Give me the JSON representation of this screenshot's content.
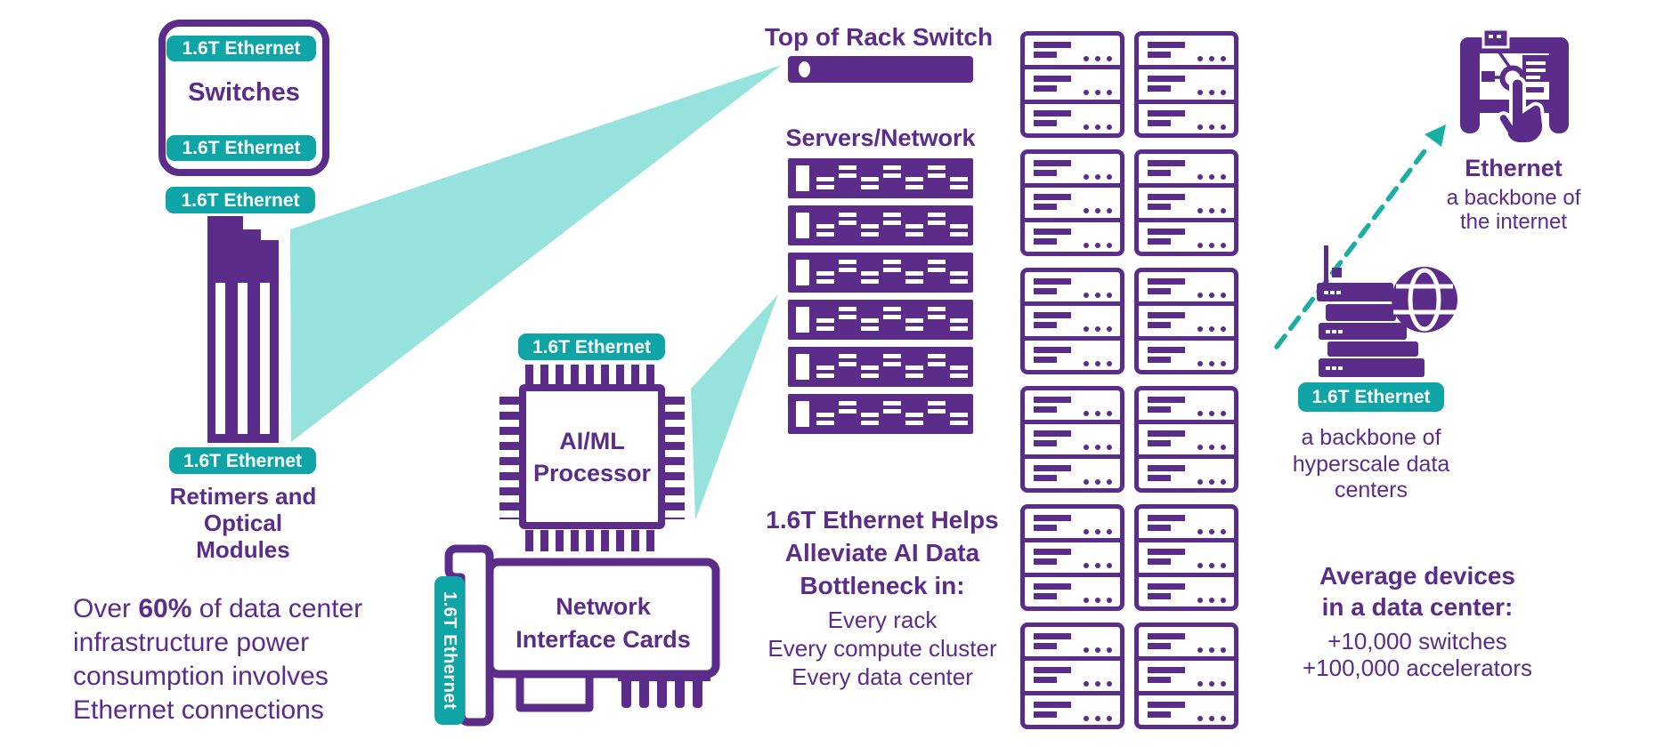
{
  "colors": {
    "purple": "#5B2C8A",
    "teal": "#0FA5A6",
    "beam": "#96E3DE",
    "arrow": "#1BAEA4"
  },
  "badges": {
    "switch_top": "1.6T Ethernet",
    "switch_bottom": "1.6T Ethernet",
    "below_switch_box": "1.6T Ethernet",
    "optical_bottom": "1.6T Ethernet",
    "processor": "1.6T Ethernet",
    "nic_vertical": "1.6T Ethernet",
    "hyperscale": "1.6T Ethernet"
  },
  "switch_box": {
    "label": "Switches"
  },
  "optical": {
    "label_line1": "Retimers and",
    "label_line2": "Optical Modules"
  },
  "stat": {
    "line1_pre": "Over ",
    "line1_bold": "60%",
    "line1_post": " of data center",
    "line2": "infrastructure power",
    "line3": "consumption involves",
    "line4": "Ethernet connections"
  },
  "processor": {
    "label_line1": "AI/ML",
    "label_line2": "Processor"
  },
  "nic": {
    "label_line1": "Network",
    "label_line2": "Interface Cards"
  },
  "tor": {
    "title": "Top of Rack Switch"
  },
  "servers": {
    "title": "Servers/Network",
    "bar_count": 6
  },
  "bottleneck": {
    "heading_line1": "1.6T Ethernet Helps",
    "heading_line2": "Alleviate AI Data",
    "heading_line3": "Bottleneck in:",
    "items": [
      "Every rack",
      "Every compute cluster",
      "Every data center"
    ]
  },
  "racks": {
    "columns": 2,
    "groups_per_column": 6,
    "rows_per_group": 3
  },
  "internet": {
    "title": "Ethernet",
    "sub_line1": "a backbone of",
    "sub_line2": "the internet"
  },
  "hyperscale": {
    "sub_line1": "a backbone of",
    "sub_line2": "hyperscale data",
    "sub_line3": "centers"
  },
  "devices": {
    "heading_line1": "Average devices",
    "heading_line2": "in a data center:",
    "items": [
      "+10,000 switches",
      "+100,000 accelerators"
    ]
  }
}
